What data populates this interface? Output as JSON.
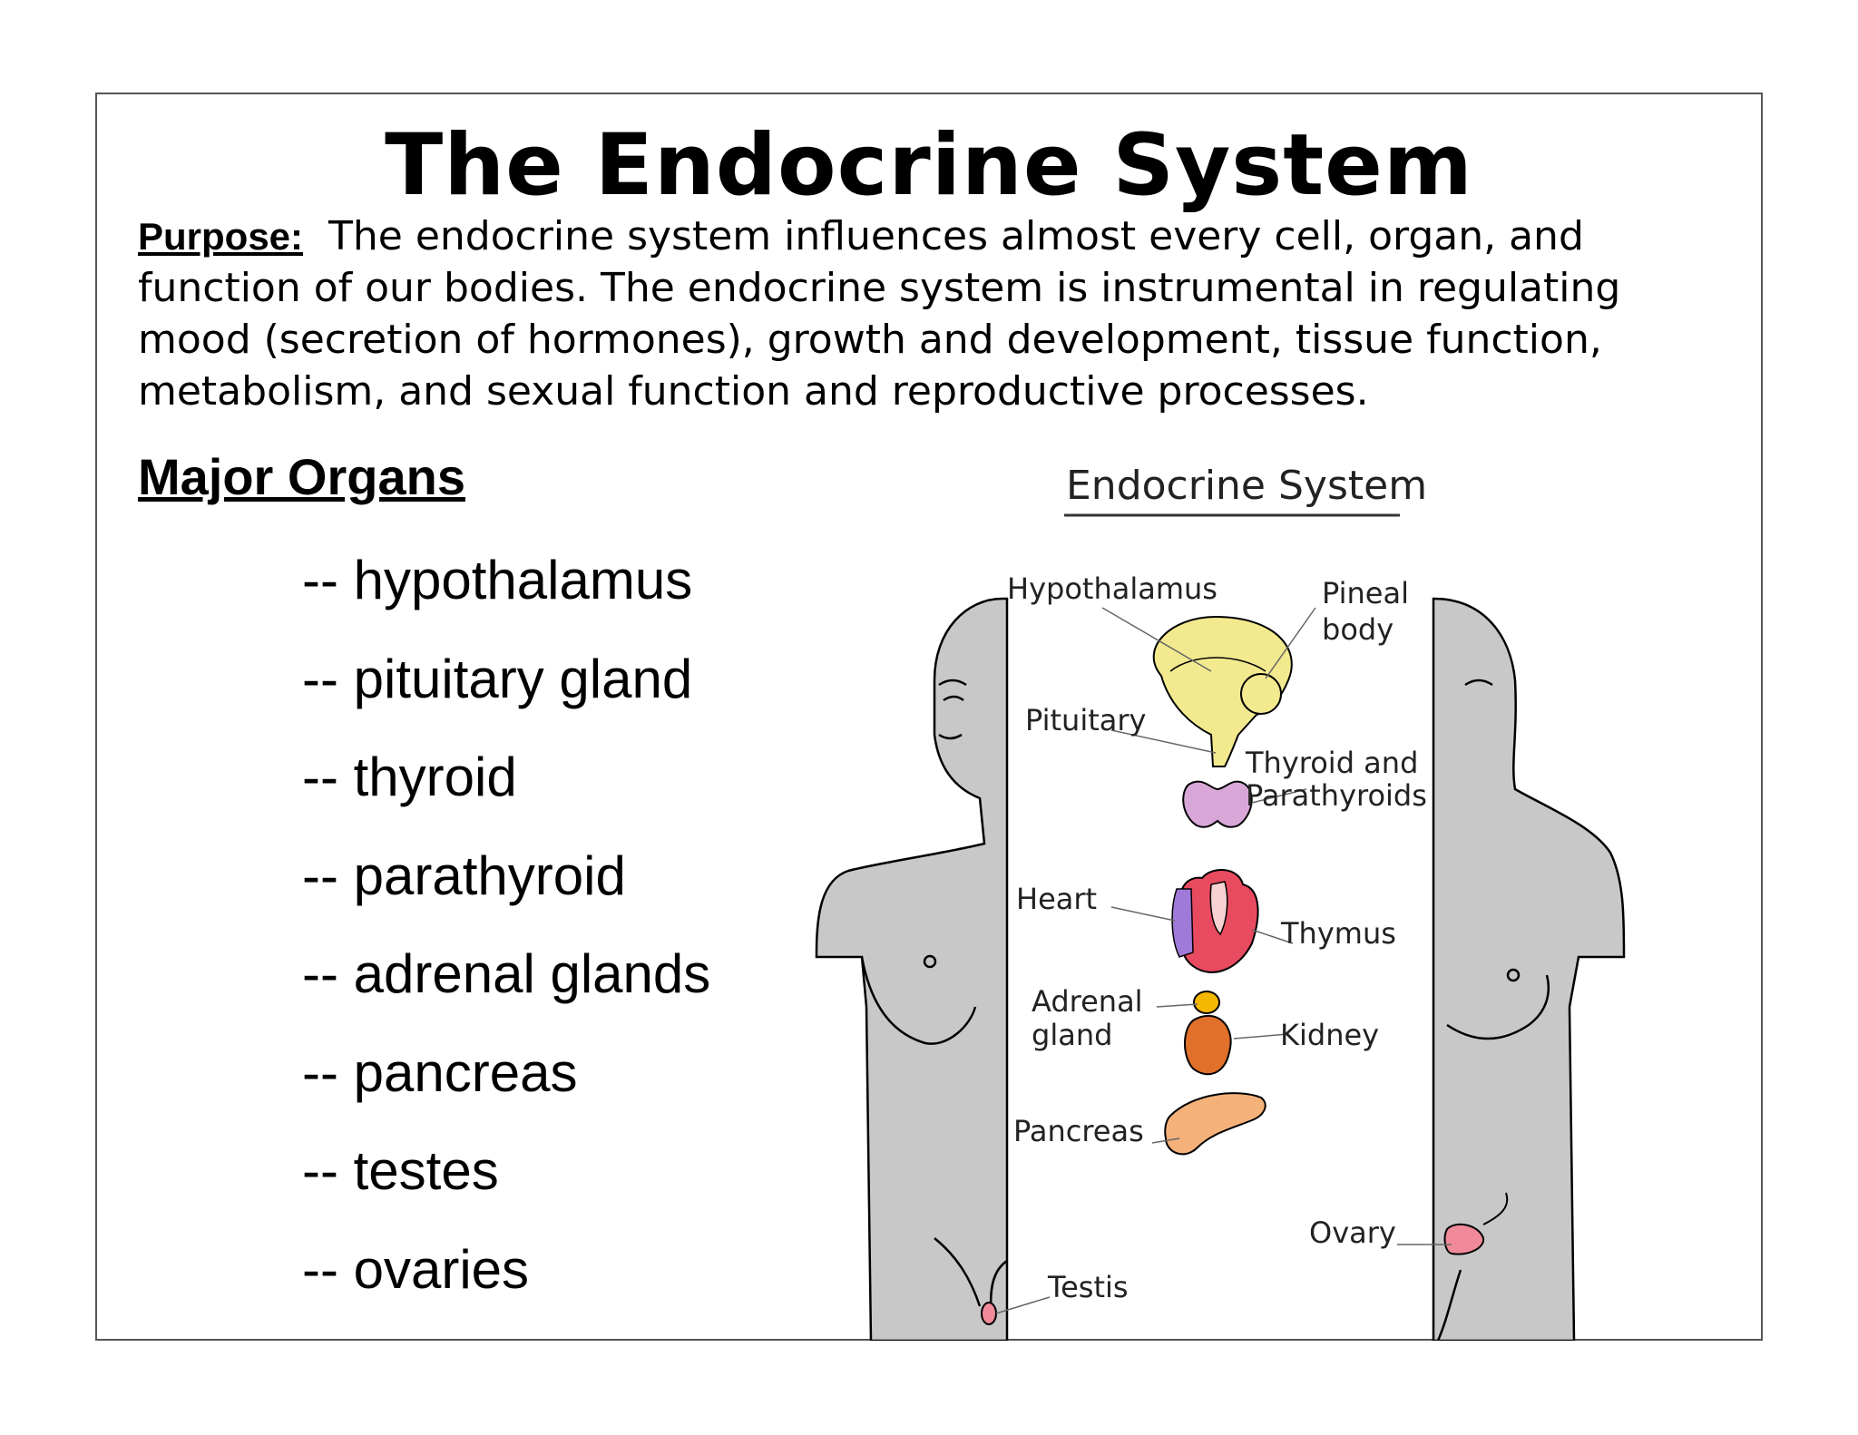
{
  "title": "The Endocrine System",
  "purpose": {
    "label": "Purpose:",
    "text": "The endocrine system influences almost every cell, organ, and function of our bodies. The endocrine system is instrumental in regulating mood (secretion of hormones), growth and development, tissue function, metabolism, and sexual function and reproductive processes."
  },
  "organs_heading": "Major Organs",
  "organs": [
    "-- hypothalamus",
    "-- pituitary gland",
    "-- thyroid",
    "-- parathyroid",
    "-- adrenal glands",
    "-- pancreas",
    "-- testes",
    "-- ovaries"
  ],
  "figure": {
    "title": "Endocrine System",
    "labels": {
      "hypothalamus": "Hypothalamus",
      "pineal_1": "Pineal",
      "pineal_2": "body",
      "pituitary": "Pituitary",
      "thyroid_1": "Thyroid and",
      "thyroid_2": "Parathyroids",
      "heart": "Heart",
      "thymus": "Thymus",
      "adrenal_1": "Adrenal",
      "adrenal_2": "gland",
      "kidney": "Kidney",
      "pancreas": "Pancreas",
      "ovary": "Ovary",
      "testis": "Testis"
    }
  }
}
